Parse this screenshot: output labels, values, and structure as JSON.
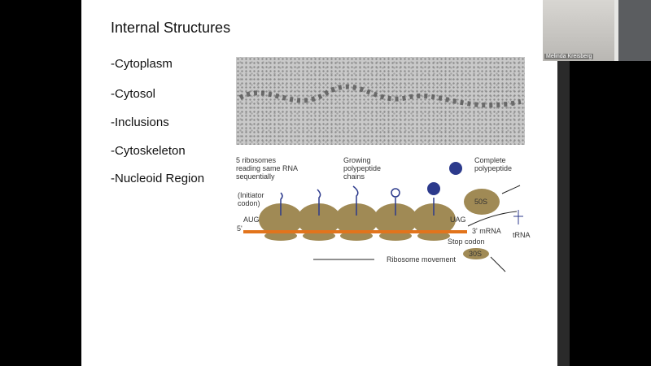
{
  "slide": {
    "title": "Internal Structures",
    "bullets": [
      "-Cytoplasm",
      "-Cytosol",
      "-Inclusions",
      "-Cytoskeleton",
      "-Nucleoid Region"
    ],
    "diagram": {
      "label_ribosomes": [
        "5 ribosomes",
        "reading same RNA",
        "sequentially"
      ],
      "label_growing": [
        "Growing",
        "polypeptide",
        "chains"
      ],
      "label_complete": [
        "Complete",
        "polypeptide"
      ],
      "label_initiator": [
        "(Initiator",
        "codon)"
      ],
      "aug": "AUG",
      "five_prime": "5'",
      "uag": "UAG",
      "three_prime": "3' mRNA",
      "stop_codon": "Stop codon",
      "s50": "50S",
      "s30": "30S",
      "trna": "tRNA",
      "movement": "Ribosome movement"
    }
  },
  "video": {
    "participant_name": "Melinda Kreisberg"
  }
}
